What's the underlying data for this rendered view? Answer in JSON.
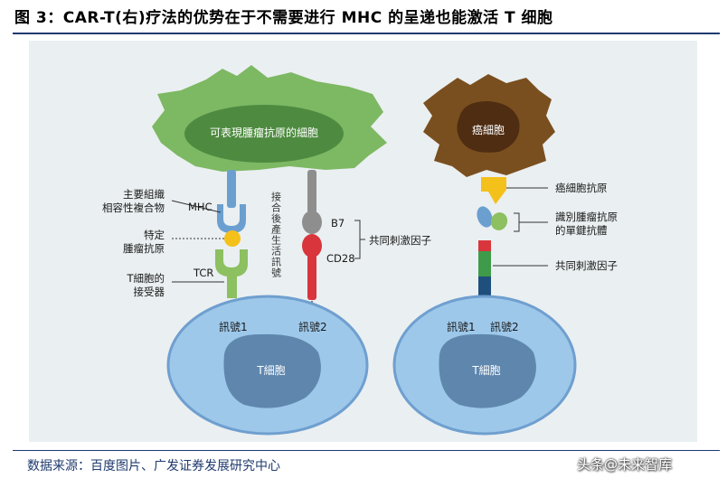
{
  "title": "图 3：CAR-T(右)疗法的优势在于不需要进行 MHC 的呈递也能激活 T 细胞",
  "left_panel": {
    "tumor_cell_label": "可表現腫瘤抗原的細胞",
    "mhc_desc_line1": "主要組織",
    "mhc_desc_line2": "相容性複合物",
    "mhc_label": "MHC",
    "antigen_line1": "特定",
    "antigen_line2": "腫瘤抗原",
    "tcr_desc_line1": "T細胞的",
    "tcr_desc_line2": "接受器",
    "tcr_label": "TCR",
    "costim_vertical": "接合後產生活訊號",
    "b7_label": "B7",
    "cd28_label": "CD28",
    "costim_factor": "共同刺激因子",
    "signal1": "訊號1",
    "signal2": "訊號2",
    "tcell_label": "T細胞"
  },
  "right_panel": {
    "cancer_cell_label": "癌細胞",
    "cancer_antigen": "癌細胞抗原",
    "recognizer_line1": "識別腫瘤抗原",
    "recognizer_line2": "的單鍵抗體",
    "costim_factor": "共同刺激因子",
    "signal1": "訊號1",
    "signal2": "訊號2",
    "tcell_label": "T細胞"
  },
  "source": "数据来源：百度图片、广发证券发展研究中心",
  "watermark": "头条@未来智库",
  "colors": {
    "green_cell": "#7db863",
    "green_cell_inner": "#4e8b40",
    "cancer_brown": "#7a4f1f",
    "cancer_inner": "#4e2d12",
    "tcell_outer": "#9dc8ea",
    "tcell_inner": "#5f87ae",
    "mhc_blue": "#6b9fd0",
    "antigen_yellow": "#f4c01a",
    "tcr_green": "#8cc060",
    "b7_gray": "#8e8e8e",
    "cd28_red": "#d8353c",
    "header_navy": "#1f3a6e"
  }
}
